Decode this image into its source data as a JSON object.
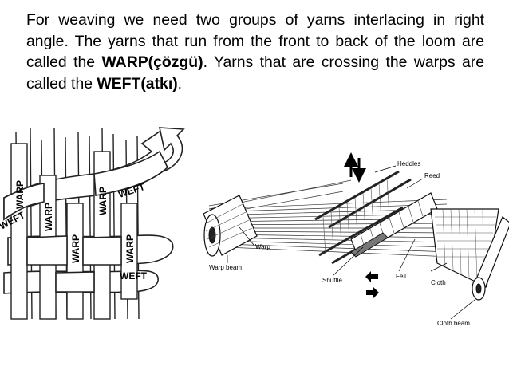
{
  "text": {
    "part1": "For weaving we need two groups of yarns interlacing in right angle. The yarns that run from the front to back of the loom are called the ",
    "warp_term": "WARP(çözgü)",
    "part2": ". Yarns that are crossing the warps are called the ",
    "weft_term": "WEFT(atkı)",
    "part3": "."
  },
  "left_diagram": {
    "warp_labels": [
      "WARP",
      "WARP",
      "WARP",
      "WARP",
      "WARP"
    ],
    "weft_labels": [
      "WEFT",
      "WEFT",
      "WEFT"
    ]
  },
  "loom_diagram": {
    "labels": {
      "heddles": "Heddles",
      "reed": "Reed",
      "warp": "Warp",
      "warp_beam": "Warp beam",
      "shuttle": "Shuttle",
      "fell": "Fell",
      "cloth": "Cloth",
      "cloth_beam": "Cloth beam"
    }
  }
}
